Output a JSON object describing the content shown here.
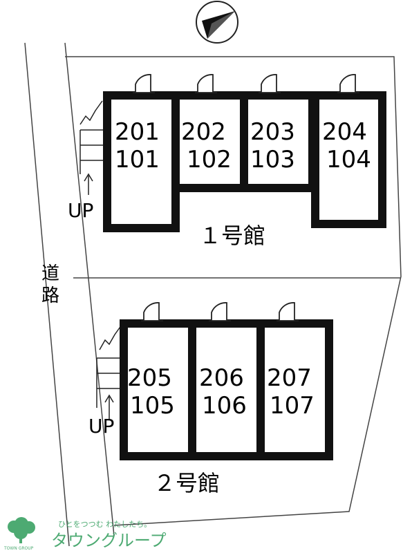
{
  "plan": {
    "road_label": "道路",
    "building1": {
      "label": "１号館",
      "stairs_label": "UP",
      "units": [
        {
          "upper": "201",
          "lower": "101"
        },
        {
          "upper": "202",
          "lower": "102"
        },
        {
          "upper": "203",
          "lower": "103"
        },
        {
          "upper": "204",
          "lower": "104"
        }
      ]
    },
    "building2": {
      "label": "２号館",
      "stairs_label": "UP",
      "units": [
        {
          "upper": "205",
          "lower": "105"
        },
        {
          "upper": "206",
          "lower": "106"
        },
        {
          "upper": "207",
          "lower": "107"
        }
      ]
    }
  },
  "watermark": {
    "tagline": "ひとをつつむ わたしたち。",
    "brand": "タウングループ",
    "small": "TOWN GROUP"
  },
  "colors": {
    "wall": "#111111",
    "line": "#333333",
    "brand_green": "#2e9c5a"
  },
  "icons": {
    "compass": "north-arrow-icon",
    "door": "door-swing-icon",
    "stairs": "stairs-icon",
    "logo": "tree-logo-icon"
  }
}
